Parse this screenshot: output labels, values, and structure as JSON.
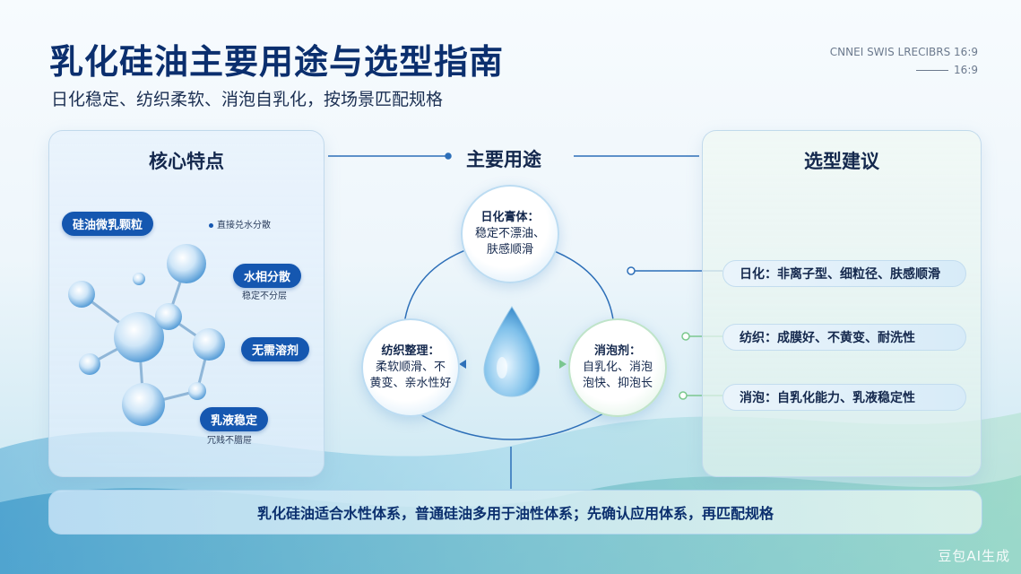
{
  "header": {
    "title": "乳化硅油主要用途与选型指南",
    "subtitle": "日化稳定、纺织柔软、消泡自乳化，按场景匹配规格",
    "corner_line1": "CNNEI SWIS LRECIBRS 16:9",
    "corner_line2": "16:9"
  },
  "left_panel": {
    "title": "核心特点",
    "labels": [
      {
        "text": "硅油微乳颗粒",
        "style": "pill"
      },
      {
        "text": "直接兑水分散",
        "style": "note"
      },
      {
        "text": "水相分散",
        "style": "pill"
      },
      {
        "text": "稳定不分层",
        "style": "note"
      },
      {
        "text": "无需溶剂",
        "style": "pill"
      },
      {
        "text": "乳液稳定",
        "style": "pill"
      },
      {
        "text": "冗贱不腊屉",
        "style": "note"
      }
    ]
  },
  "center": {
    "title": "主要用途",
    "nodes": [
      {
        "head": "日化膏体：",
        "body1": "稳定不漂油、",
        "body2": "肤感顺滑"
      },
      {
        "head": "纺织整理：",
        "body1": "柔软顺滑、不",
        "body2": "黄变、亲水性好"
      },
      {
        "head": "消泡剂：",
        "body1": "自乳化、消泡",
        "body2": "泡快、抑泡长"
      }
    ]
  },
  "right_panel": {
    "title": "选型建议",
    "items": [
      "日化：非离子型、细粒径、肤感顺滑",
      "纺织：成膜好、不黄变、耐洗性",
      "消泡：自乳化能力、乳液稳定性"
    ]
  },
  "footer": {
    "text": "乳化硅油适合水性体系，普通硅油多用于油性体系；先确认应用体系，再匹配规格"
  },
  "watermark": "豆包AI生成",
  "colors": {
    "title": "#0b2f6e",
    "pill": "#1557b0",
    "accent_green": "#7cc98e"
  }
}
